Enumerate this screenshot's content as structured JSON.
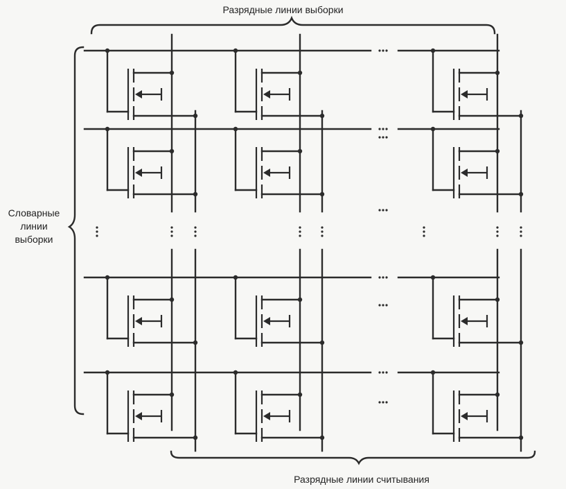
{
  "labels": {
    "bit_select": "Разрядные линии выборки",
    "bit_read": "Разрядные линии считывания",
    "word_select_line1": "Словарные",
    "word_select_line2": "линии",
    "word_select_line3": "выборки"
  },
  "ellipsis_text": "...",
  "colors": {
    "ink": "#2b2b2b",
    "background": "#f7f7f5"
  }
}
